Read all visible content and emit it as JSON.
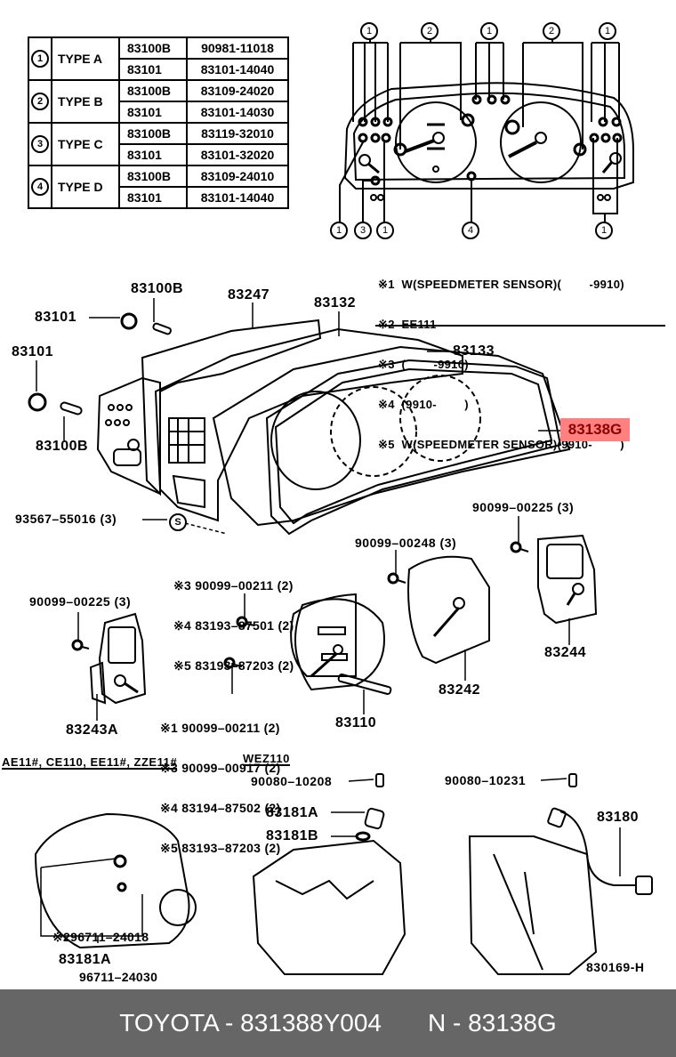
{
  "type_table": {
    "rows": [
      {
        "marker": "1",
        "type": "TYPE A",
        "parts": [
          [
            "83100B",
            "90981-11018"
          ],
          [
            "83101",
            "83101-14040"
          ]
        ]
      },
      {
        "marker": "2",
        "type": "TYPE B",
        "parts": [
          [
            "83100B",
            "83109-24020"
          ],
          [
            "83101",
            "83101-14030"
          ]
        ]
      },
      {
        "marker": "3",
        "type": "TYPE C",
        "parts": [
          [
            "83100B",
            "83119-32010"
          ],
          [
            "83101",
            "83101-32020"
          ]
        ]
      },
      {
        "marker": "4",
        "type": "TYPE D",
        "parts": [
          [
            "83100B",
            "83109-24010"
          ],
          [
            "83101",
            "83101-14040"
          ]
        ]
      }
    ]
  },
  "cluster_markers": {
    "top": [
      "1",
      "2",
      "1",
      "2",
      "1"
    ],
    "bottom": [
      "1",
      "3",
      "1",
      "4",
      "1"
    ]
  },
  "notes": [
    "※1  W(SPEEDMETER SENSOR)(        -9910)",
    "※2  EE111",
    "※3  (        -9910)",
    "※4  (9910-        )",
    "※5  W(SPEEDMETER SENSOR)(9910-        )"
  ],
  "labels": {
    "p83100B_top": "83100B",
    "p83247": "83247",
    "p83101_top": "83101",
    "p83132": "83132",
    "p83101_left": "83101",
    "p83133": "83133",
    "p83100B_left": "83100B",
    "p83138G": "83138G",
    "p93567": "93567–55016 (3)",
    "p93567_marker": "S",
    "p90099_00225_right": "90099–00225 (3)",
    "p90099_00248": "90099–00248 (3)",
    "screw_group_a": [
      "※3 90099–00211 (2)",
      "※4 83193–87501 (2)",
      "※5 83193–87203 (2)"
    ],
    "p90099_00225_left": "90099–00225 (3)",
    "p83244": "83244",
    "p83242": "83242",
    "screw_group_b": [
      "※1 90099–00211 (2)",
      "※3 90099–00917 (2)",
      "※4 83194–87502 (2)",
      "※5 83193–87203 (2)"
    ],
    "p83243A": "83243A",
    "p83110": "83110",
    "models_left": "AE11#, CE110, EE11#, ZZE11#",
    "models_mid": "WEZ110",
    "p90080_10208": "90080–10208",
    "p90080_10231": "90080–10231",
    "p83181A_mid": "83181A",
    "p83181B": "83181B",
    "p83180": "83180",
    "seal_group": [
      "※296711–24018",
      "96711–24030"
    ],
    "p83181A_bottom": "83181A",
    "drawing_id": "830169-H"
  },
  "highlight_color": "#ff8080",
  "footer": {
    "brand_part": "TOYOTA - 831388Y004",
    "ref_part": "N - 83138G"
  }
}
